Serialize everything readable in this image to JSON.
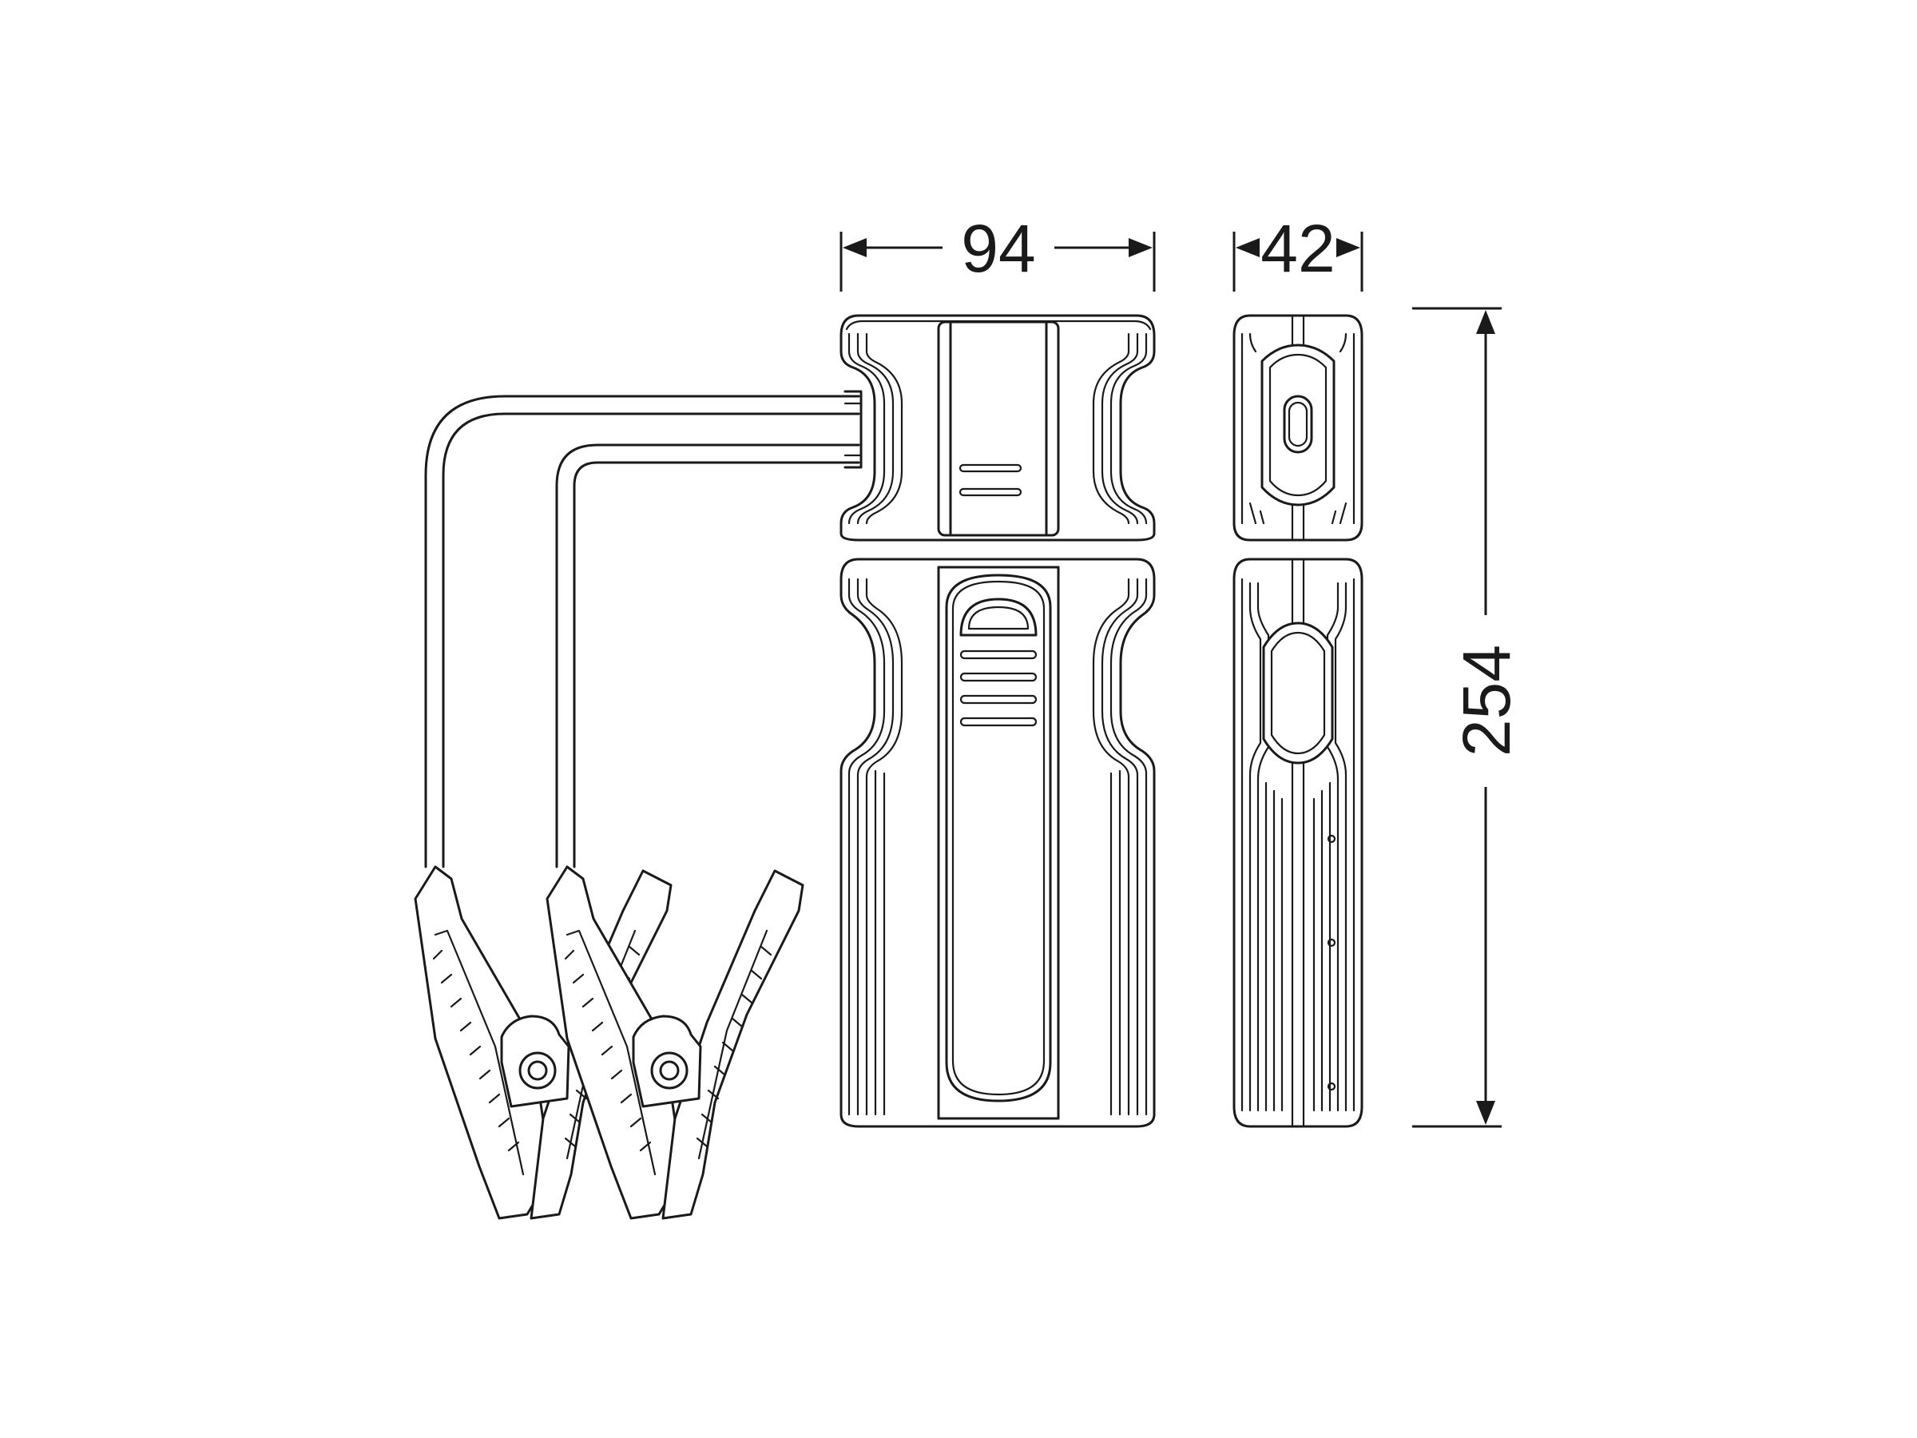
{
  "dimensions": {
    "width": {
      "value": "94",
      "unit": ""
    },
    "depth": {
      "value": "42",
      "unit": ""
    },
    "height": {
      "value": "254",
      "unit": ""
    }
  },
  "colors": {
    "line": "#1a1a1a",
    "background": "#ffffff"
  }
}
